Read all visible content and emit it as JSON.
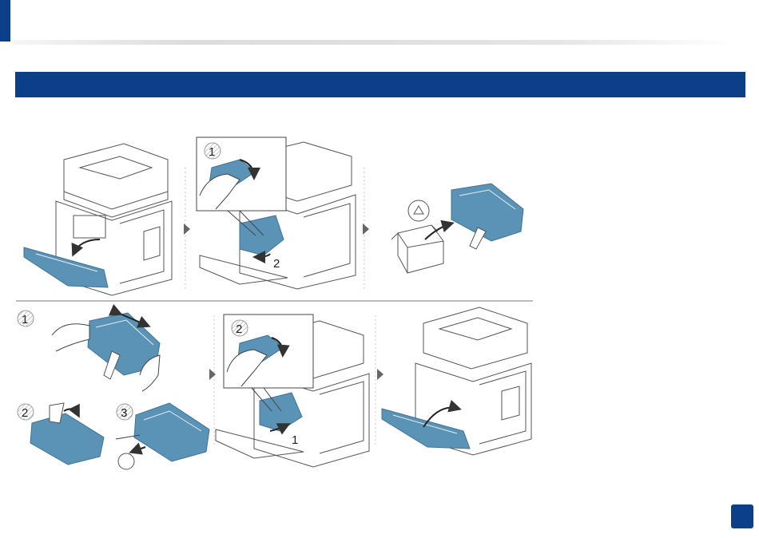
{
  "page": {
    "section_title": "",
    "page_number": ""
  },
  "steps": {
    "panel_a": [],
    "panel_b": [
      "1",
      "2"
    ],
    "panel_c": [],
    "panel_d": [
      "1",
      "2",
      "3"
    ],
    "panel_e": [
      "2",
      "1"
    ],
    "panel_f": []
  },
  "colors": {
    "brand": "#0b3f87",
    "toner": "#5b93b6",
    "toner_dark": "#3f7396",
    "line": "#555555",
    "divider": "#c8c8c8"
  },
  "icons": [
    "printer-icon",
    "front-door-icon",
    "toner-cartridge-icon",
    "recycle-icon",
    "hand-icon",
    "arrow-icon"
  ]
}
